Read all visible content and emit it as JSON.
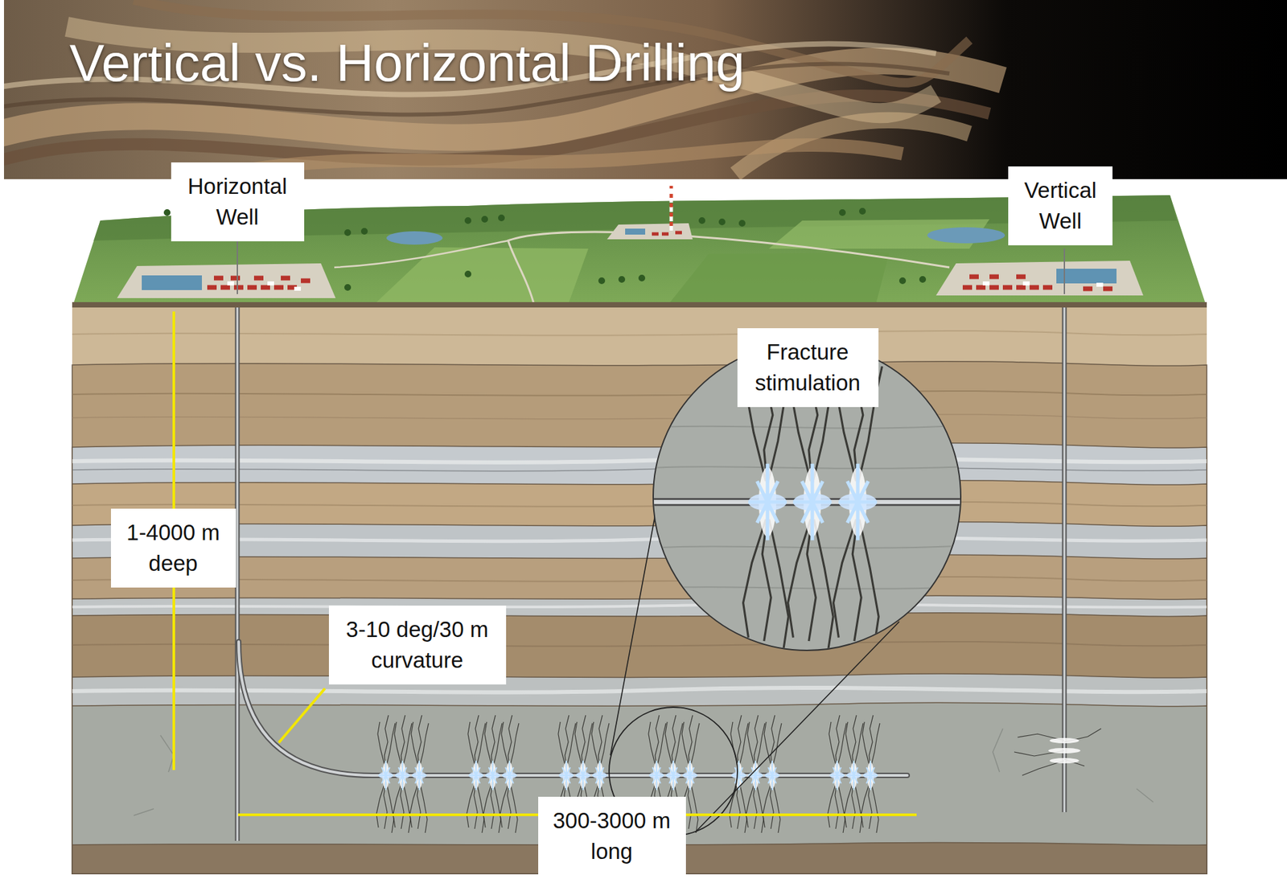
{
  "diagram": {
    "title": "Vertical vs. Horizontal Drilling",
    "nodes": [
      {
        "text": [
          "Horizontal Well"
        ]
      },
      {
        "text": [
          "Vertical Well"
        ]
      },
      {
        "text": [
          "Fracture stimulation"
        ]
      },
      {
        "text": [
          "1-4000 m deep"
        ]
      },
      {
        "text": [
          "3-10 deg/30 m curvature"
        ]
      },
      {
        "text": [
          "300-3000 m long"
        ]
      }
    ]
  }
}
